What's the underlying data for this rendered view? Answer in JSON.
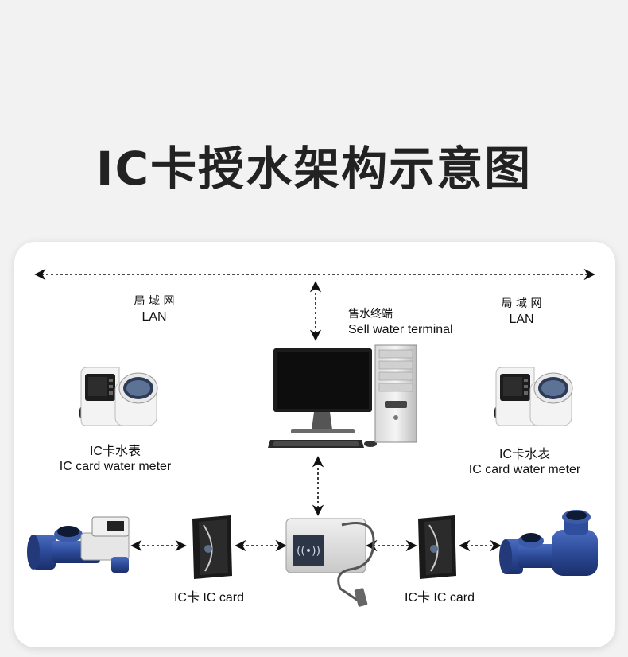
{
  "title": "IC卡授水架构示意图",
  "lan_left": {
    "cn": "局 域 网",
    "en": "LAN"
  },
  "lan_right": {
    "cn": "局 域 网",
    "en": "LAN"
  },
  "terminal": {
    "cn": "售水终端",
    "en": "Sell water terminal"
  },
  "meter_left": {
    "cn": "IC卡水表",
    "en": "IC card water meter"
  },
  "meter_right": {
    "cn": "IC卡水表",
    "en": "IC card water meter"
  },
  "card_left": "IC卡 IC card",
  "card_right": "IC卡 IC card",
  "colors": {
    "pipe_blue": "#2f4f9e",
    "meter_white": "#f4f4f4",
    "screen": "#1a1a1a",
    "dashed_line": "#111111"
  }
}
